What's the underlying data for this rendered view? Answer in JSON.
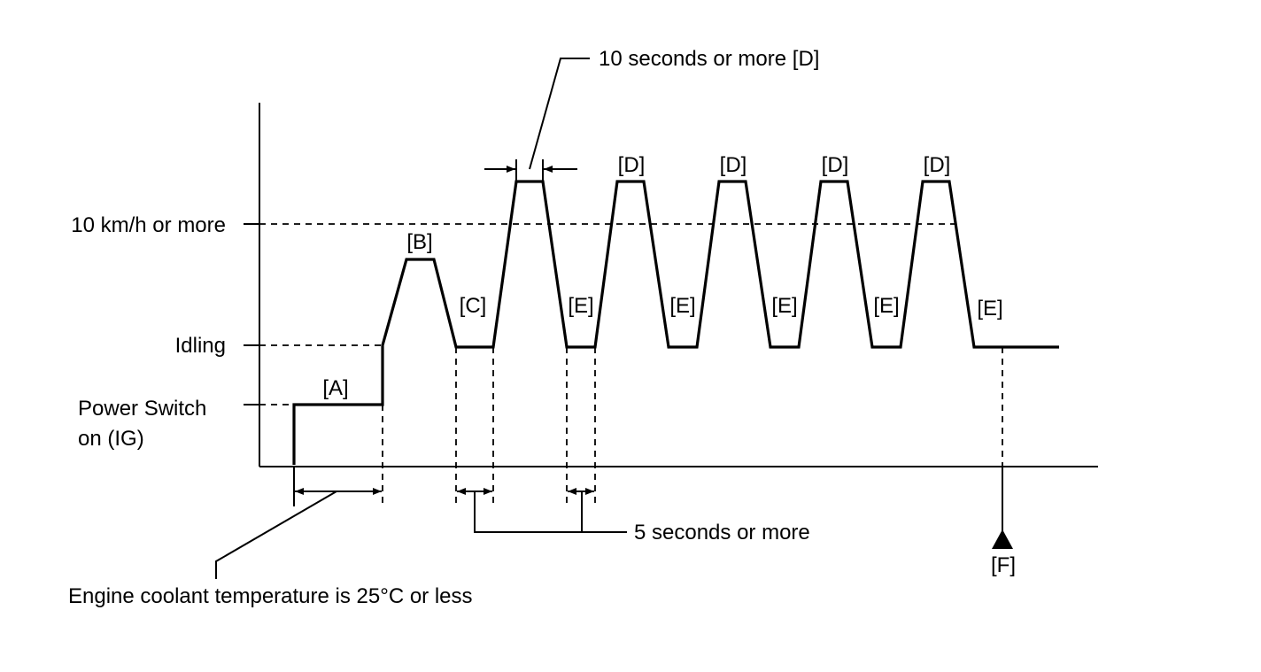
{
  "labels": {
    "speed": "10 km/h or more",
    "idling": "Idling",
    "power_line1": "Power Switch",
    "power_line2": "on (IG)",
    "coolant": "Engine coolant temperature is 25°C or less",
    "five_seconds": "5 seconds or more",
    "ten_seconds": "10 seconds or more  [D]"
  },
  "markers": {
    "a": "[A]",
    "b": "[B]",
    "c": "[C]",
    "d": "[D]",
    "e": "[E]",
    "f": "[F]"
  },
  "colors": {
    "line": "#000000",
    "background": "#ffffff"
  }
}
